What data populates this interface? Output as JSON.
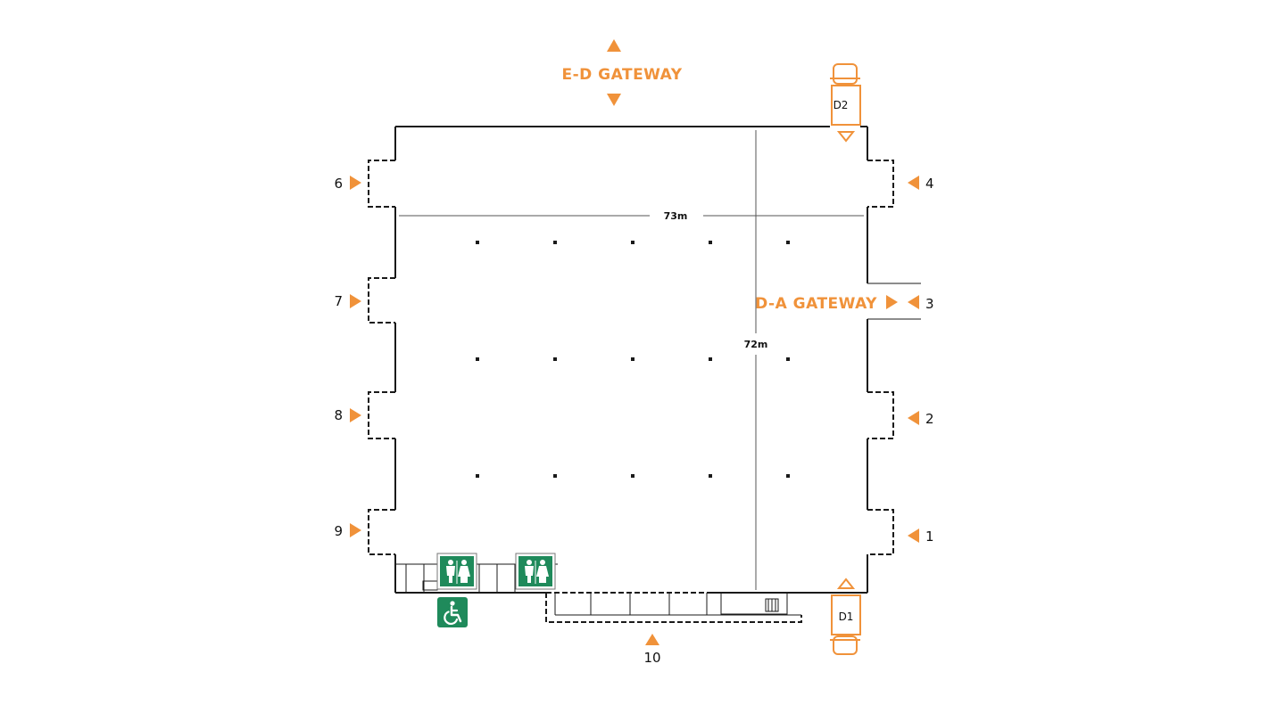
{
  "colors": {
    "accent": "#f0923a",
    "sign_green": "#1f8a5b",
    "wall": "#1a1a1a"
  },
  "gateways": {
    "ed": {
      "label": "E-D GATEWAY"
    },
    "da": {
      "label": "D-A GATEWAY"
    }
  },
  "dimensions": {
    "width": "73m",
    "depth": "72m"
  },
  "docks": {
    "d1": "D1",
    "d2": "D2"
  },
  "entrances": [
    "1",
    "2",
    "3",
    "4",
    "6",
    "7",
    "8",
    "9",
    "10"
  ],
  "icons": [
    "toilet-icon",
    "toilet-icon",
    "wheelchair-icon"
  ]
}
